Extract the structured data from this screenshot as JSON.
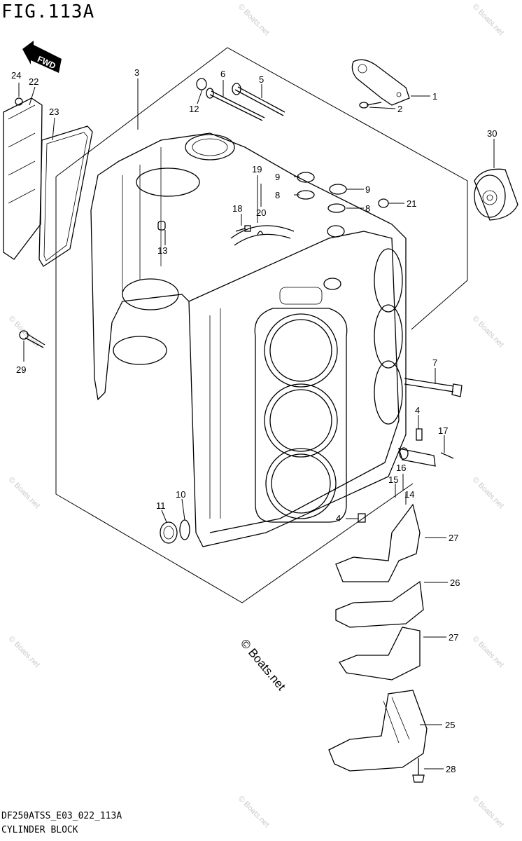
{
  "figure": {
    "title": "FIG.113A",
    "fwd_label": "FWD",
    "code": "DF250ATSS_E03_022_113A",
    "caption": "CYLINDER BLOCK",
    "copyright": "© Boats.net",
    "watermark": "© Boats.net"
  },
  "callouts": [
    "1",
    "2",
    "3",
    "4",
    "4",
    "5",
    "6",
    "7",
    "8",
    "8",
    "9",
    "9",
    "10",
    "11",
    "12",
    "13",
    "14",
    "15",
    "16",
    "17",
    "18",
    "19",
    "20",
    "21",
    "22",
    "23",
    "24",
    "25",
    "26",
    "27",
    "27",
    "28",
    "29",
    "30"
  ]
}
